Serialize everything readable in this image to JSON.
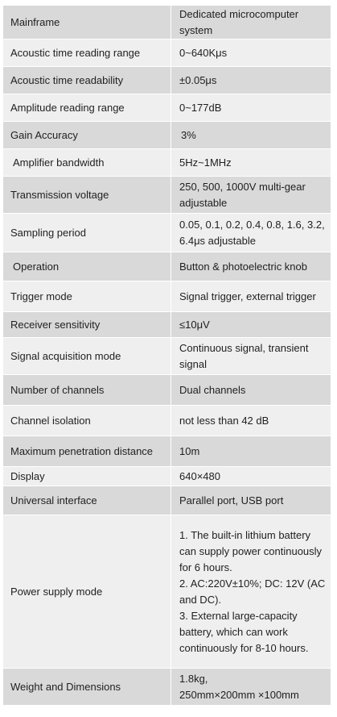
{
  "rows": [
    {
      "label": "Mainframe",
      "value": "Dedicated microcomputer\nsystem"
    },
    {
      "label": "Acoustic time reading range",
      "value": "0~640Kμs"
    },
    {
      "label": "Acoustic time readability",
      "value": "±0.05μs"
    },
    {
      "label": "Amplitude reading range",
      "value": "0~177dB"
    },
    {
      "label": "Gain Accuracy",
      "value": "3%"
    },
    {
      "label": "Amplifier bandwidth",
      "value": "5Hz~1MHz"
    },
    {
      "label": "Transmission voltage",
      "value": "250, 500, 1000V multi-gear\nadjustable"
    },
    {
      "label": "Sampling period",
      "value": "0.05, 0.1, 0.2, 0.4, 0.8, 1.6, 3.2,\n6.4μs adjustable"
    },
    {
      "label": "Operation",
      "value": "Button & photoelectric knob"
    },
    {
      "label": "Trigger mode",
      "value": "Signal trigger, external trigger"
    },
    {
      "label": "Receiver sensitivity",
      "value": "≤10μV"
    },
    {
      "label": "Signal acquisition mode",
      "value": "Continuous signal, transient\nsignal"
    },
    {
      "label": "Number of channels",
      "value": "Dual channels"
    },
    {
      "label": "Channel isolation",
      "value": "not less than 42 dB"
    },
    {
      "label": "Maximum penetration distance",
      "value": "10m"
    },
    {
      "label": "Display",
      "value": "640×480"
    },
    {
      "label": "Universal interface",
      "value": "Parallel port, USB port"
    },
    {
      "label": "Power supply mode",
      "value": "1. The built-in lithium battery\ncan supply power continuously\nfor 6 hours.\n2. AC:220V±10%; DC: 12V (AC\nand DC).\n3. External large-capacity\nbattery, which can work\ncontinuously for 8-10 hours."
    },
    {
      "label": "Weight and Dimensions",
      "value": "1.8kg,\n250mm×200mm ×100mm"
    }
  ]
}
